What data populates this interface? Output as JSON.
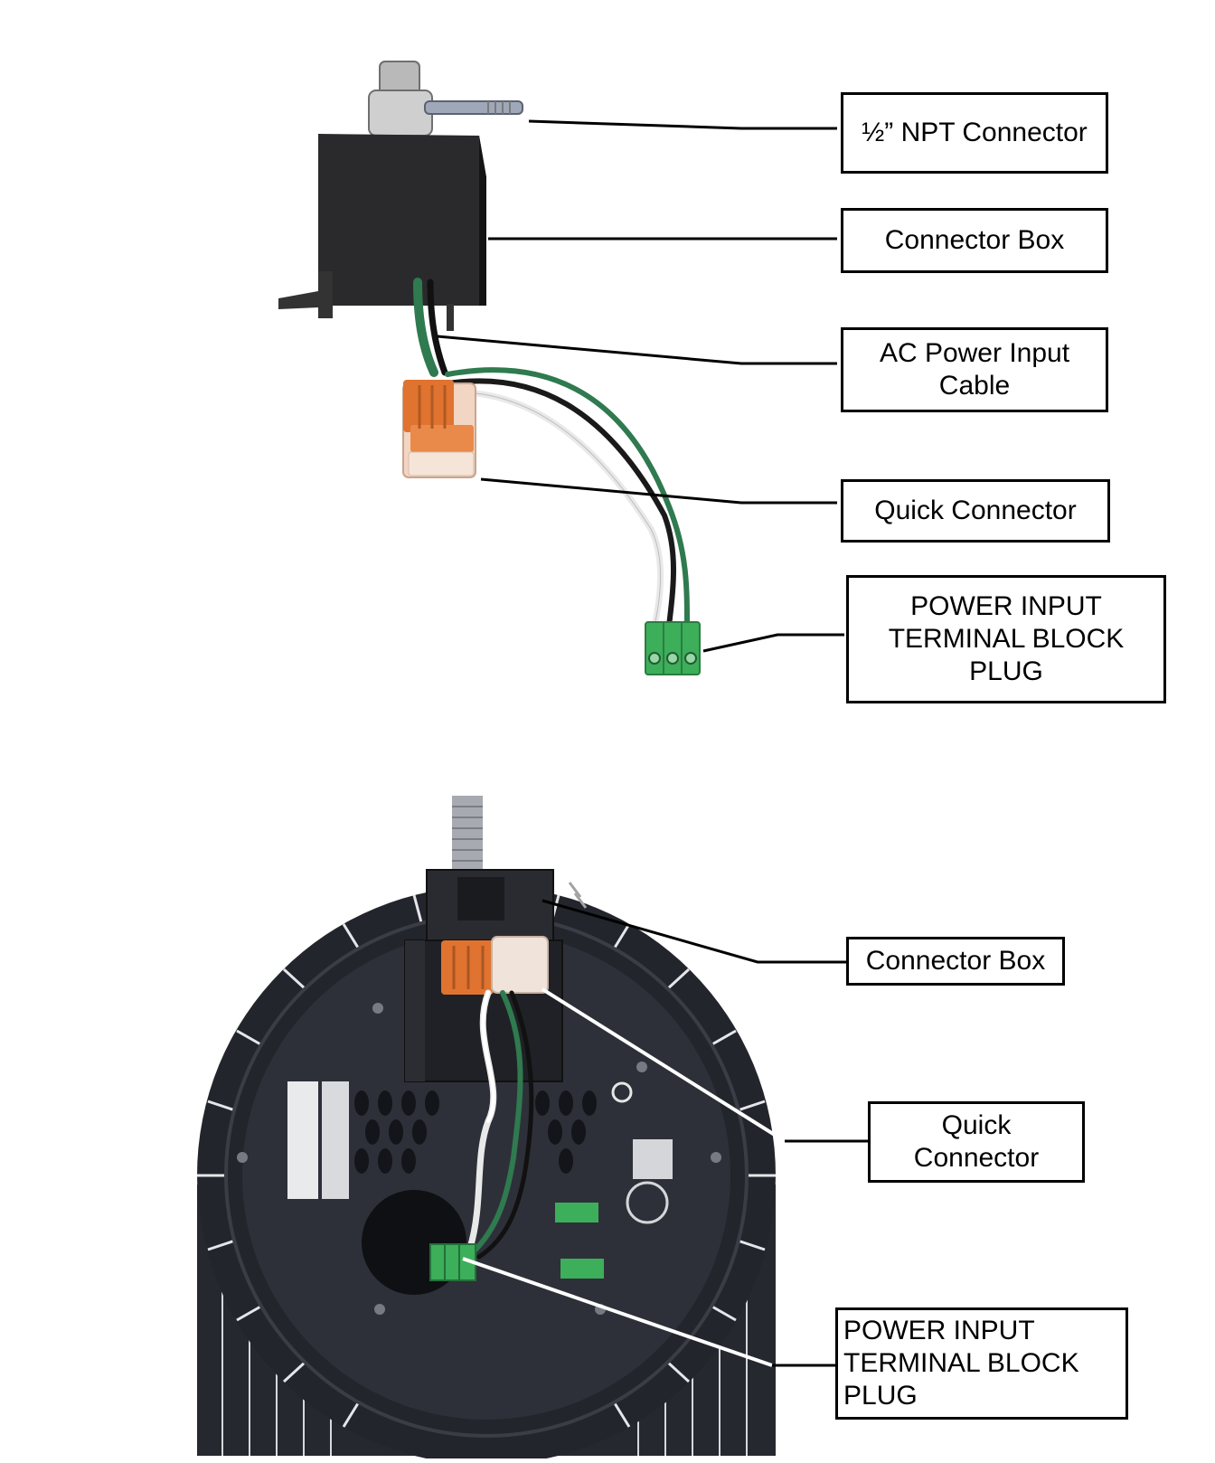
{
  "figure_top": {
    "callouts": [
      {
        "lines": [
          "½” NPT Connector"
        ]
      },
      {
        "lines": [
          "Connector Box"
        ]
      },
      {
        "lines": [
          "AC Power Input",
          "Cable"
        ]
      },
      {
        "lines": [
          "Quick Connector"
        ]
      },
      {
        "lines": [
          "POWER INPUT",
          "TERMINAL BLOCK",
          "PLUG"
        ]
      }
    ]
  },
  "figure_bottom": {
    "callouts": [
      {
        "lines": [
          "Connector Box"
        ]
      },
      {
        "lines": [
          "Quick",
          "Connector"
        ]
      },
      {
        "lines": [
          "POWER INPUT",
          "TERMINAL BLOCK",
          "PLUG"
        ]
      }
    ]
  },
  "colors": {
    "leader_line": "#000000",
    "leader_line_on_photo": "#ffffff",
    "housing": "#1f2128",
    "wire_green": "#2f7a4f",
    "terminal_green": "#3dae5a",
    "quick_connector_orange": "#e0732f"
  }
}
